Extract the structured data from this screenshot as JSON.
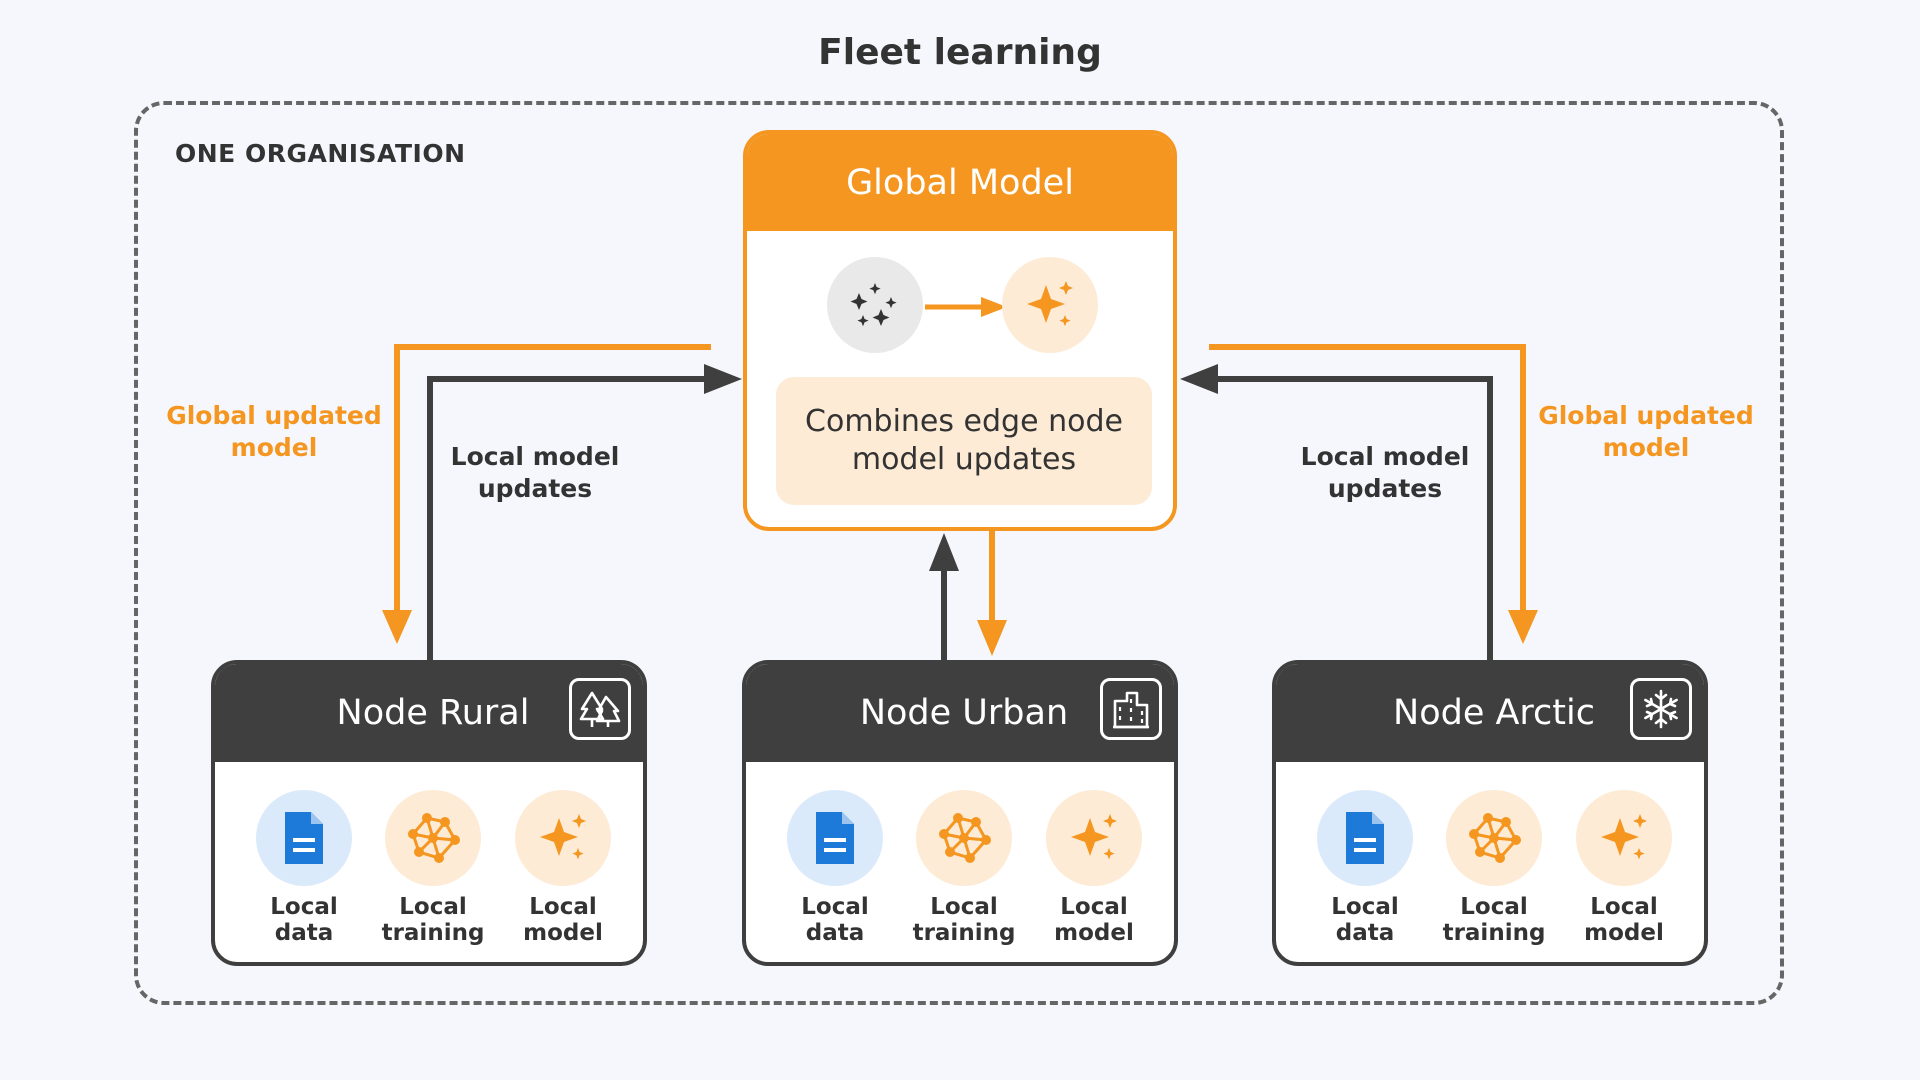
{
  "title": "Fleet learning",
  "organisation_label": "ONE ORGANISATION",
  "global_model": {
    "title": "Global Model",
    "description": "Combines edge node model updates"
  },
  "flow_labels": {
    "left_global": "Global updated model",
    "left_local": "Local model updates",
    "right_local": "Local model updates",
    "right_global": "Global updated model"
  },
  "nodes": [
    {
      "title": "Node Rural",
      "badge_icon": "tree-icon",
      "items": [
        "Local data",
        "Local training",
        "Local model"
      ]
    },
    {
      "title": "Node Urban",
      "badge_icon": "building-icon",
      "items": [
        "Local data",
        "Local training",
        "Local model"
      ]
    },
    {
      "title": "Node Arctic",
      "badge_icon": "snowflake-icon",
      "items": [
        "Local data",
        "Local training",
        "Local model"
      ]
    }
  ],
  "colors": {
    "orange": "#f4961f",
    "dark": "#3f3f3f",
    "blue": "#1e7ad8"
  }
}
